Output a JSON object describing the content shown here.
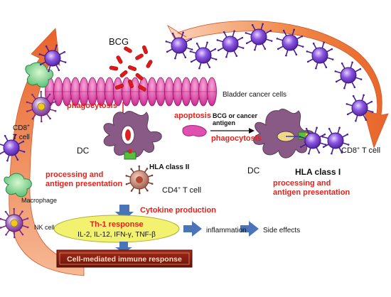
{
  "labels": {
    "bcg": "BCG",
    "bladder_cancer_cells": "Bladder cancer cells",
    "cd8_t_cell_left_line1": "CD8",
    "cd8_t_cell_left_sup": "+",
    "cd8_t_cell_left_line2": "T cell",
    "macrophage": "Macrophage",
    "nk_cell": "NK cell",
    "phagocytosis_left": "phagocytosis",
    "dc_left": "DC",
    "hla_class_ii": "HLA class II",
    "processing_left_line1": "processing and",
    "processing_left_line2": "antigen presentation",
    "cd4_t_cell_main": "CD4",
    "cd4_t_cell_sup": "+",
    "cd4_t_cell_tail": " T cell",
    "apoptosis": "apoptosis",
    "bcg_or_cancer_antigen_line1": "BCG or cancer",
    "bcg_or_cancer_antigen_line2": "antigen",
    "phagocytosis_right": "phagocytosis",
    "dc_right": "DC",
    "hla_class_i": "HLA class I",
    "cd8_t_cell_right_main": "CD8",
    "cd8_t_cell_right_sup": "+",
    "cd8_t_cell_right_tail": " T cell",
    "processing_right_line1": "processing and",
    "processing_right_line2": "antigen presentation",
    "cytokine_production": "Cytokine production",
    "th1_response": "Th-1 response",
    "cytokines_list": "IL-2, IL-12, IFN-γ, TNF-β",
    "inflammation": "inflammation",
    "side_effects": "Side effects",
    "cell_mediated_immune_response": "Cell-mediated immune response"
  },
  "colors": {
    "red_text": "#e8201a",
    "arrow_orange": "#ee7a3a",
    "cancer_cell": "#d8309a",
    "dc_purple": "#8a5a86",
    "t_cell_purple": "#7a3cc8",
    "th1_fill": "#f2f270",
    "banner_fill": "#8a1a10",
    "blue_arrow": "#4a74b8"
  }
}
